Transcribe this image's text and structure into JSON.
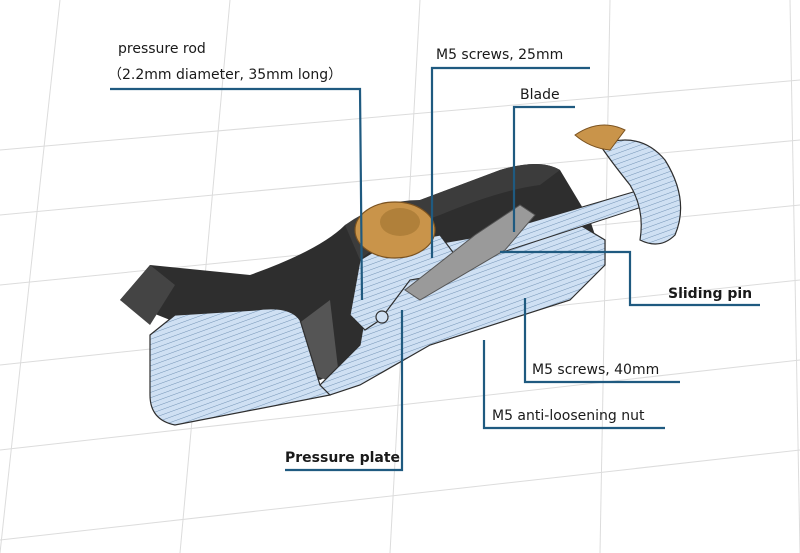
{
  "callouts": {
    "pressure_rod": "pressure rod",
    "pressure_rod_spec": "（2.2mm diameter, 35mm long）",
    "m5_screws_25": "M5 screws, 25mm",
    "blade": "Blade",
    "sliding_pin": "Sliding pin",
    "m5_screws_40": "M5 screws, 40mm",
    "m5_nut": "M5 anti-loosening nut",
    "pressure_plate": "Pressure plate"
  },
  "colors": {
    "leader_line": "#1f5a80",
    "section_fill": "#cfe0f3",
    "body_dark": "#2e2e2e",
    "wood": "#c9944a",
    "grid": "#d8d8d8"
  }
}
